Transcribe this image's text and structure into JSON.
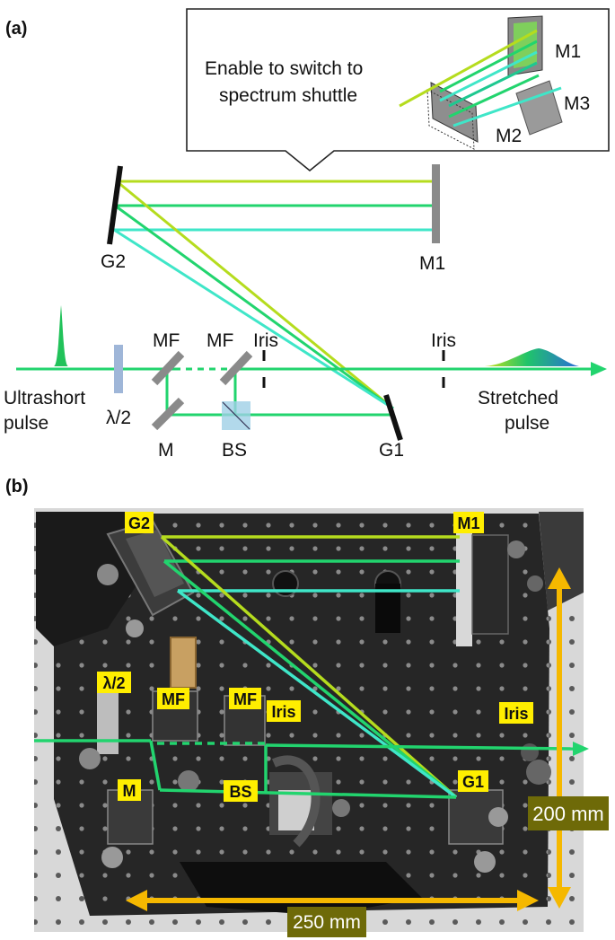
{
  "panel_a": {
    "label": "(a)",
    "callout": {
      "line1": "Enable to switch to",
      "line2": "spectrum shuttle"
    },
    "inset_labels": {
      "m1": "M1",
      "m2": "M2",
      "m3": "M3"
    },
    "labels": {
      "g2": "G2",
      "m1": "M1",
      "g1": "G1",
      "mf_left": "MF",
      "mf_right": "MF",
      "iris_left": "Iris",
      "iris_right": "Iris",
      "halfwave": "λ/2",
      "m": "M",
      "bs": "BS",
      "input_line1": "Ultrashort",
      "input_line2": "pulse",
      "output_line1": "Stretched",
      "output_line2": "pulse"
    }
  },
  "panel_b": {
    "label": "(b)",
    "tags": {
      "g2": "G2",
      "m1": "M1",
      "halfwave": "λ/2",
      "mf_left": "MF",
      "mf_right": "MF",
      "iris_left": "Iris",
      "iris_right": "Iris",
      "m": "M",
      "bs": "BS",
      "g1": "G1"
    },
    "dimensions": {
      "height": "200 mm",
      "width": "250 mm"
    }
  },
  "colors": {
    "beam_yellow_green": "#b5dc1e",
    "beam_green": "#22d46e",
    "beam_cyan": "#3fe6c8",
    "tag_yellow": "#ffee00",
    "arrow_orange": "#f5b800",
    "dim_box": "#6e6a08"
  }
}
